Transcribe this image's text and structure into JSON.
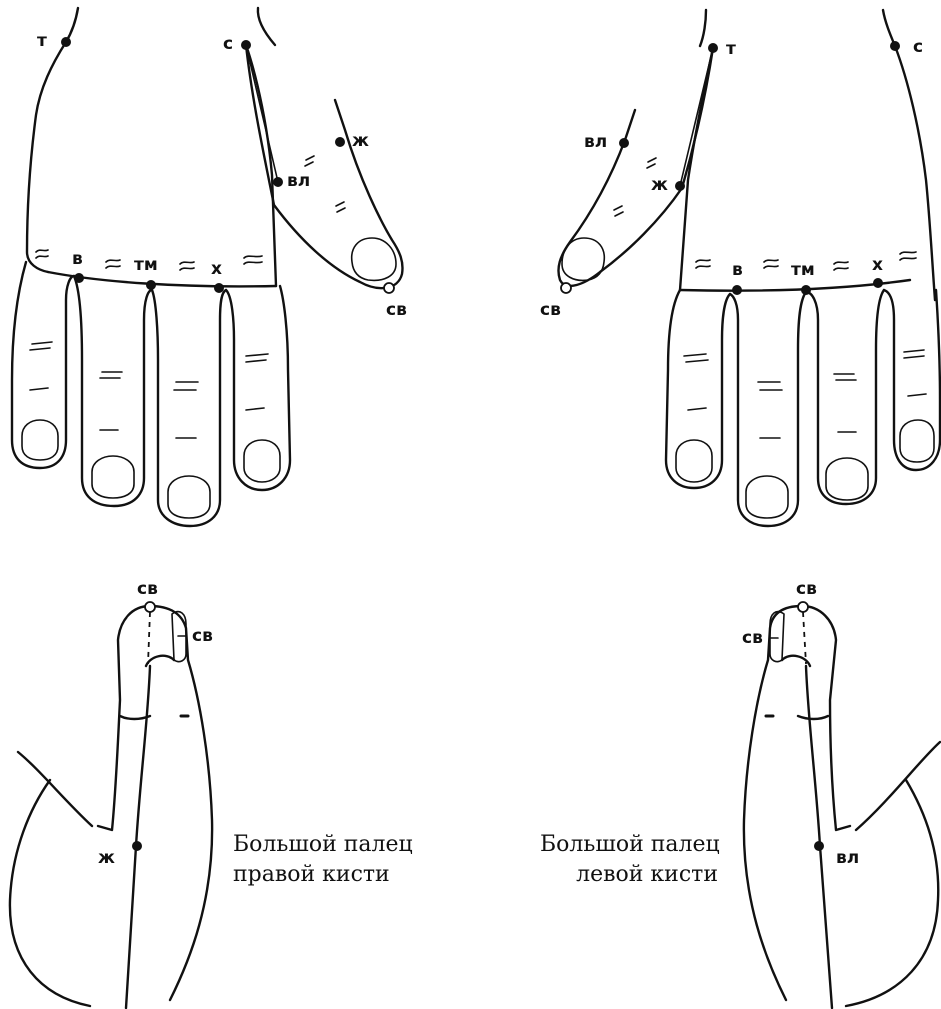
{
  "labels": {
    "t": "т",
    "s": "с",
    "zh": "ж",
    "vl": "вл",
    "v": "в",
    "tm": "тм",
    "kh": "х",
    "sv": "св"
  },
  "captions": {
    "right_thumb_line1": "Большой палец",
    "right_thumb_line2": "правой кисти",
    "left_thumb_line1": "Большой палец",
    "left_thumb_line2": "левой кисти"
  },
  "colors": {
    "line": "#111111",
    "background": "#ffffff"
  }
}
